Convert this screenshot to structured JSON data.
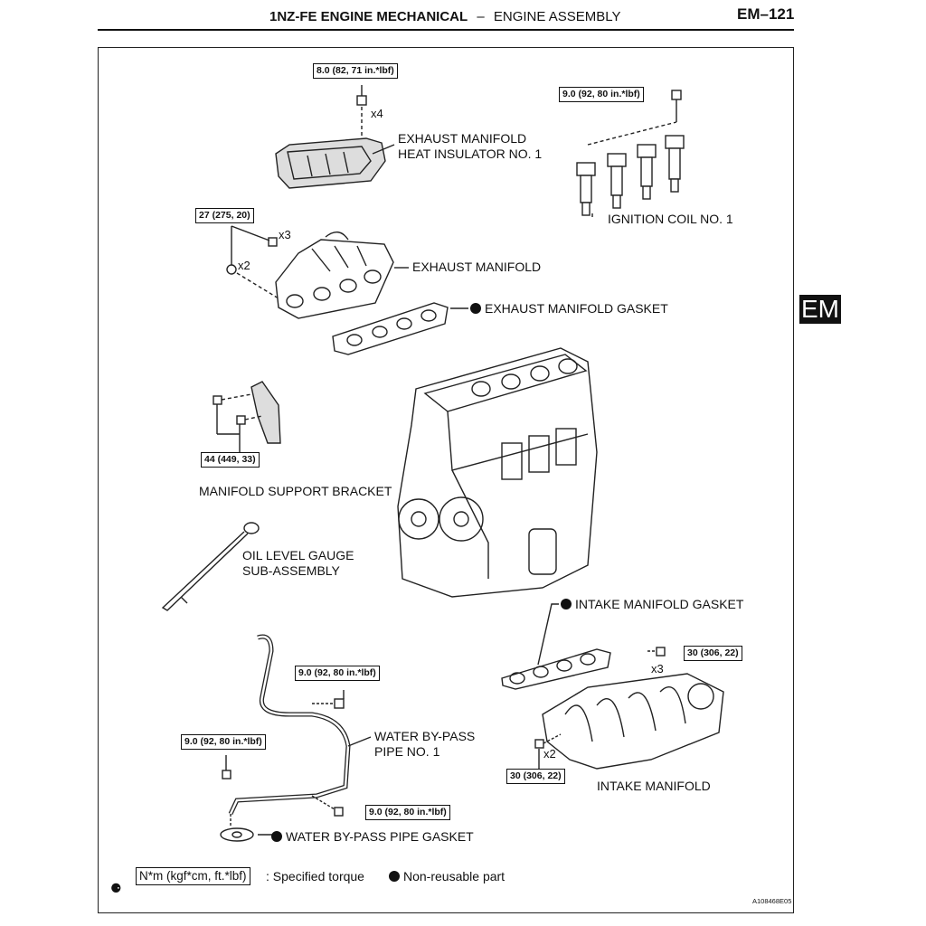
{
  "header": {
    "title_bold": "1NZ-FE ENGINE MECHANICAL",
    "separator": "–",
    "title_rest": "ENGINE ASSEMBLY",
    "page_number": "EM–121"
  },
  "side_tab": "EM",
  "torques": {
    "heat_insulator_bolt": "8.0 (82, 71 in.*lbf)",
    "ignition_coil_bolt": "9.0 (92, 80 in.*lbf)",
    "exhaust_manifold_nut": "27 (275, 20)",
    "support_bracket_bolt": "44 (449, 33)",
    "water_pipe_bolt_upper": "9.0 (92, 80 in.*lbf)",
    "water_pipe_bolt_left": "9.0 (92, 80 in.*lbf)",
    "water_pipe_bolt_lower": "9.0 (92, 80 in.*lbf)",
    "intake_manifold_bolt": "30 (306, 22)",
    "intake_manifold_nut": "30 (306, 22)"
  },
  "counts": {
    "heat_insulator": "x4",
    "exhaust_bolt": "x3",
    "exhaust_nut": "x2",
    "intake_bolt": "x3",
    "intake_nut": "x2"
  },
  "labels": {
    "heat_insulator_1": "EXHAUST MANIFOLD",
    "heat_insulator_2": "HEAT INSULATOR NO. 1",
    "ignition_coil": "IGNITION COIL NO. 1",
    "exhaust_manifold": "EXHAUST MANIFOLD",
    "exhaust_gasket": "EXHAUST  MANIFOLD  GASKET",
    "support_bracket": "MANIFOLD SUPPORT BRACKET",
    "oil_gauge_1": "OIL LEVEL GAUGE",
    "oil_gauge_2": "SUB-ASSEMBLY",
    "intake_gasket": "INTAKE MANIFOLD GASKET",
    "water_pipe_1": "WATER BY-PASS",
    "water_pipe_2": "PIPE NO. 1",
    "intake_manifold": "INTAKE MANIFOLD",
    "water_gasket": "WATER BY-PASS PIPE GASKET"
  },
  "legend": {
    "unit_box": "N*m (kgf*cm, ft.*lbf)",
    "unit_text": ": Specified torque",
    "nonreusable": "Non-reusable part"
  },
  "figure_id": "A108468E05",
  "note_glyph": "⚈"
}
